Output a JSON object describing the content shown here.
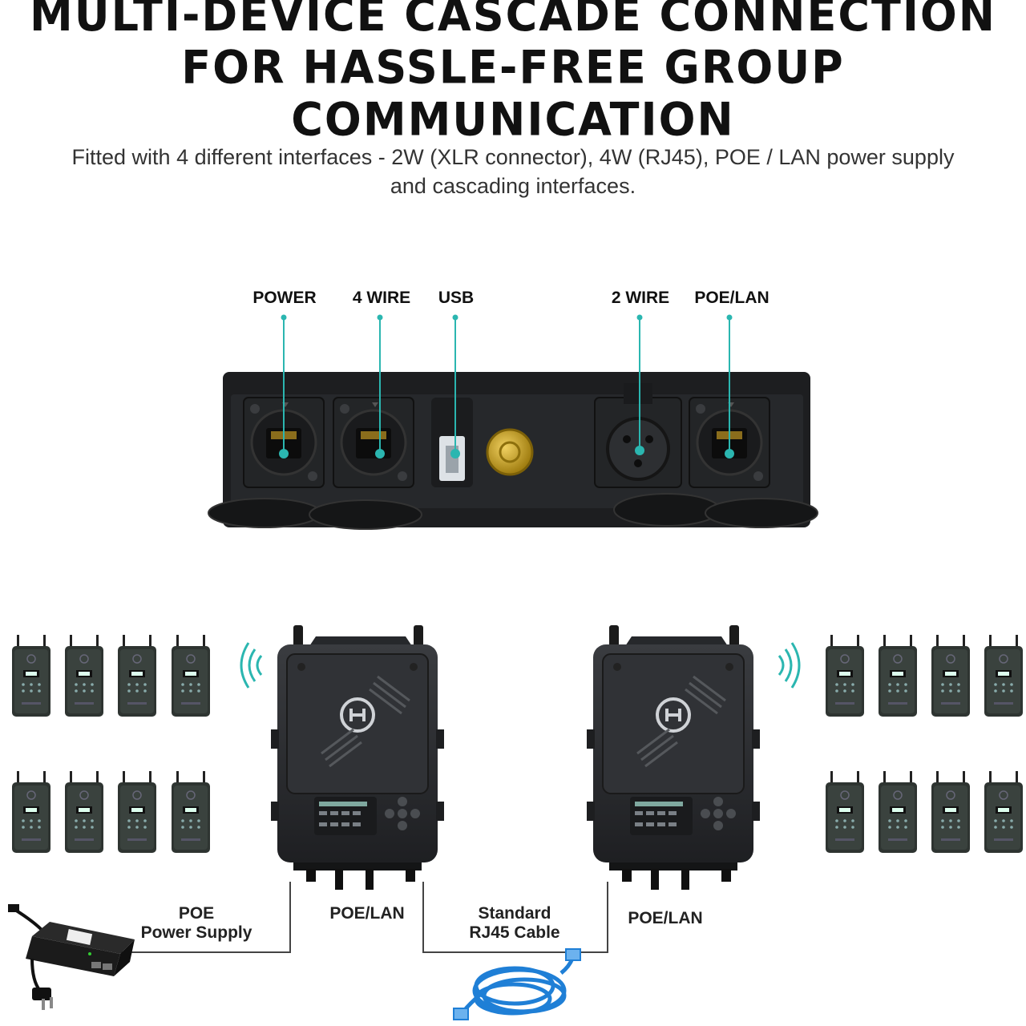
{
  "header": {
    "title_line1": "MULTI-DEVICE CASCADE CONNECTION",
    "title_line2": "FOR HASSLE-FREE GROUP COMMUNICATION",
    "subtitle_line1": "Fitted with 4 different interfaces - 2W (XLR connector), 4W (RJ45), POE / LAN power supply",
    "subtitle_line2": "and cascading interfaces."
  },
  "ports": {
    "power": "POWER",
    "four_wire": "4 WIRE",
    "usb": "USB",
    "two_wire": "2 WIRE",
    "poe_lan": "POE/LAN"
  },
  "connections": {
    "poe_line1": "POE",
    "poe_line2": "Power Supply",
    "poe_lan_left": "POE/LAN",
    "cable_line1": "Standard",
    "cable_line2": "RJ45 Cable",
    "poe_lan_right": "POE/LAN"
  },
  "colors": {
    "accent_teal": "#2bb6b0",
    "device_body": "#2b2d30",
    "cable_blue": "#1f7fd6",
    "connector_gold": "#c9a227"
  }
}
